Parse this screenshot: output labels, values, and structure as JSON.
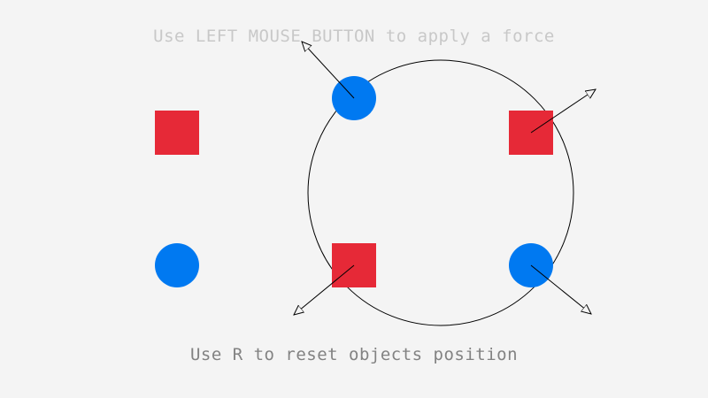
{
  "instructions": {
    "top": "Use LEFT MOUSE BUTTON to apply a force",
    "bottom": "Use R to reset objects position"
  },
  "colors": {
    "background": "#f4f4f4",
    "circle_body": "#0079f1",
    "square_body": "#e62937",
    "vector_line": "#000000",
    "force_ring": "#000000",
    "top_text": "#c8c8c8",
    "bottom_text": "#828282"
  },
  "objects": [
    {
      "shape": "square",
      "label": "static-square"
    },
    {
      "shape": "circle",
      "label": "static-circle"
    },
    {
      "shape": "circle",
      "label": "pushed-circle-top"
    },
    {
      "shape": "square",
      "label": "pushed-square-right"
    },
    {
      "shape": "square",
      "label": "pushed-square-bottom"
    },
    {
      "shape": "circle",
      "label": "pushed-circle-bottom"
    }
  ]
}
